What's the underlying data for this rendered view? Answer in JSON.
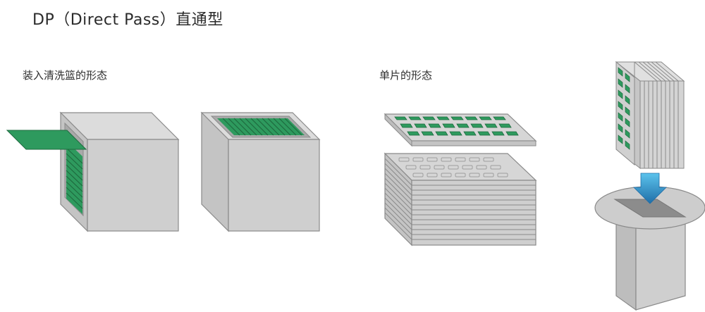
{
  "header": {
    "title": "DP（Direct Pass）直通型"
  },
  "labels": {
    "basket_form": "装入清洗篮的形态",
    "single_form": "单片的形态"
  },
  "colors": {
    "box_front": "#cfcfcf",
    "box_top": "#dcdcdc",
    "box_side": "#bdbdbd",
    "outline": "#8a8a8a",
    "board_green": "#2e9a5e",
    "board_dark": "#1e6b3f",
    "arrow_blue": "#3aa3d6",
    "arrow_blue_dark": "#1f6ea8"
  }
}
